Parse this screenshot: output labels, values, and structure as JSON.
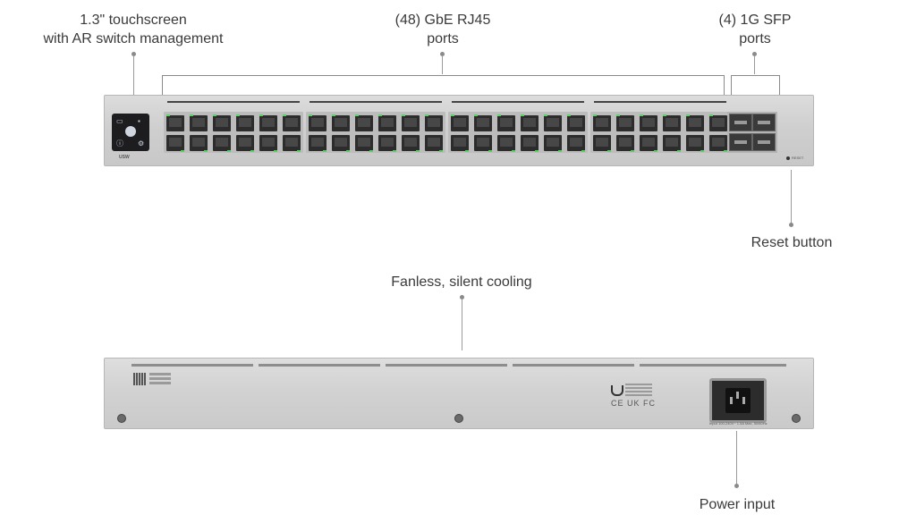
{
  "callouts": {
    "touchscreen": "1.3\" touchscreen\nwith AR switch management",
    "rj45": "(48) GbE RJ45\nports",
    "sfp": "(4) 1G SFP\nports",
    "reset": "Reset button",
    "cooling": "Fanless, silent cooling",
    "power": "Power input"
  },
  "device": {
    "front_label": "USW",
    "reset_label": "RESET",
    "rj45_port_count": 48,
    "sfp_port_count": 4,
    "cert_marks": "CE UK FC",
    "power_rating": "Input 100-240V~ 1.5A Max, 50/60Hz",
    "led_color": "#58d36a"
  }
}
